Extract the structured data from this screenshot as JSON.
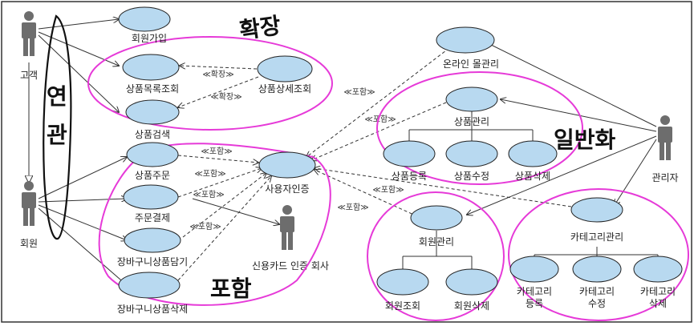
{
  "actors": {
    "customer": "고객",
    "member": "회원",
    "admin": "관리자",
    "card_company": "신용카드 인증 회사"
  },
  "use_cases": {
    "join": "회원가입",
    "product_list": "상품목록조회",
    "product_detail": "상품상세조회",
    "product_search": "상품검색",
    "order": "상품주문",
    "payment": "주문결제",
    "cart_add": "장바구니상품담기",
    "cart_delete": "장바구니상품삭제",
    "auth": "사용자인증",
    "online_shop": "온라인 몰관리",
    "product_mgmt": "상품관리",
    "product_register": "상품등록",
    "product_edit": "상품수정",
    "product_delete": "상품삭제",
    "member_mgmt": "회원관리",
    "member_view": "회원조회",
    "member_delete": "회원삭제",
    "category_mgmt": "카테고리관리",
    "category_register": "카테고리 등록",
    "category_edit": "카테고리 수정",
    "category_delete": "카테고리 삭제"
  },
  "stereotypes": {
    "extend": "≪확장≫",
    "include": "≪포함≫"
  },
  "annotations": {
    "extend": "확장",
    "include": "포함",
    "association": "연관",
    "generalization": "일반화"
  }
}
